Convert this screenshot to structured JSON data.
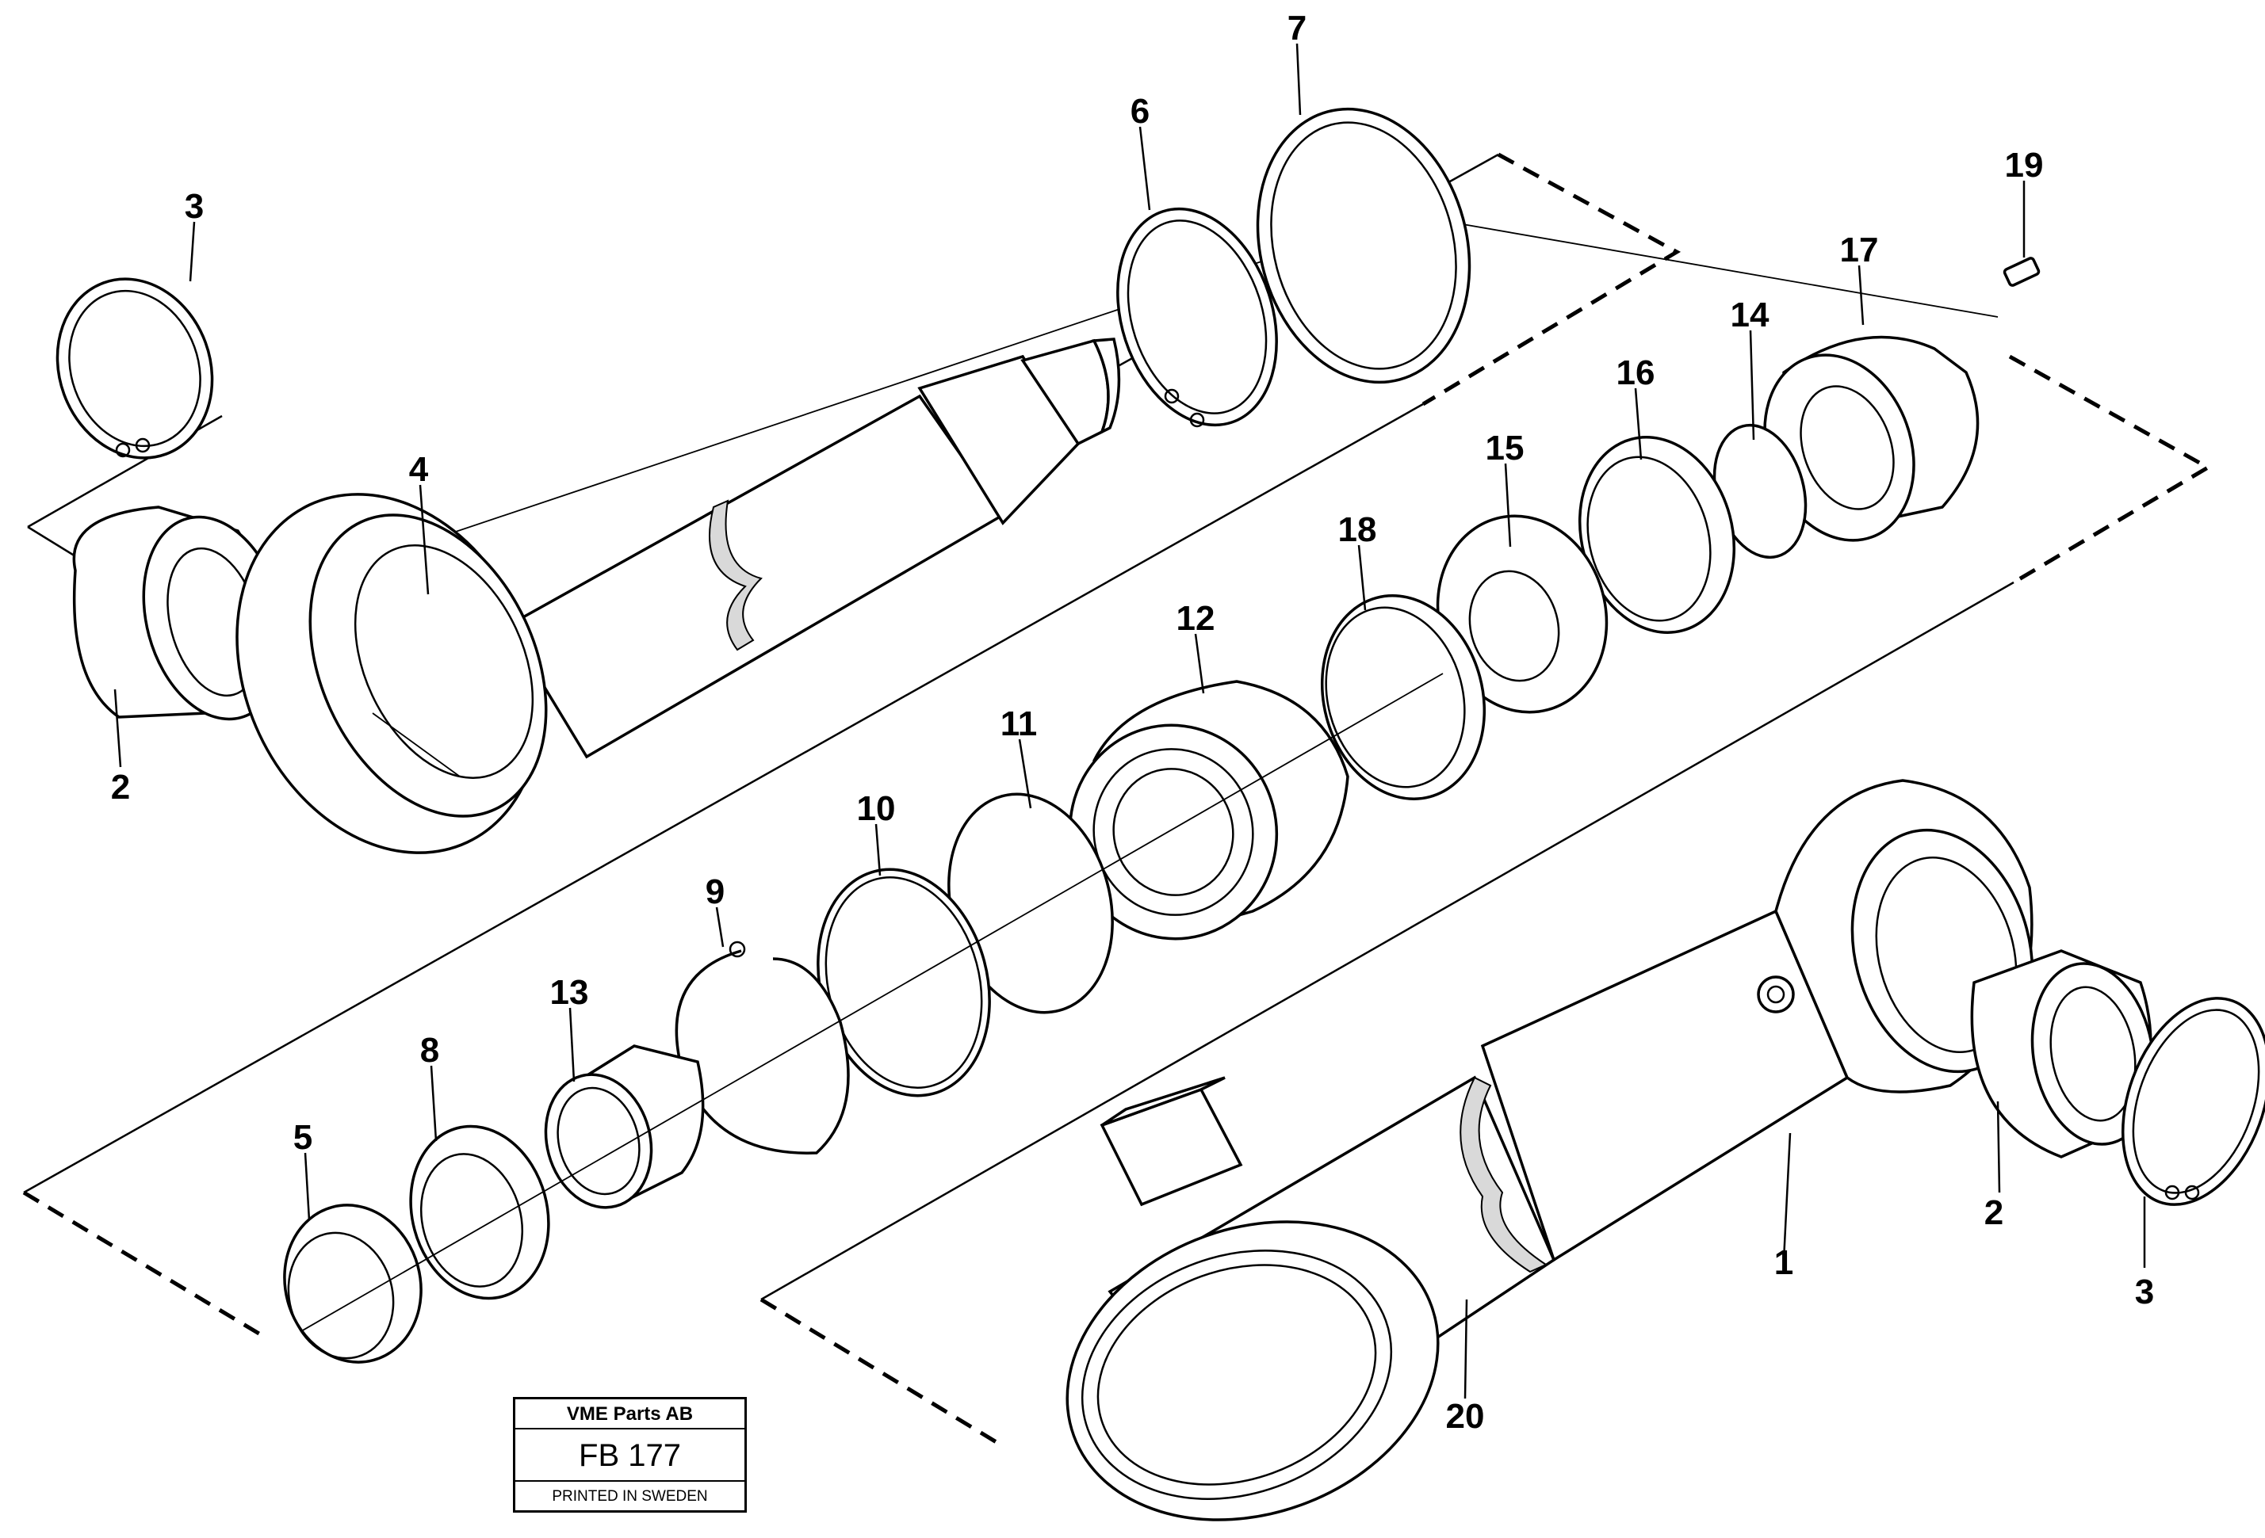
{
  "callouts": [
    {
      "id": "c1",
      "label": "1"
    },
    {
      "id": "c2a",
      "label": "2"
    },
    {
      "id": "c2b",
      "label": "2"
    },
    {
      "id": "c3a",
      "label": "3"
    },
    {
      "id": "c3b",
      "label": "3"
    },
    {
      "id": "c4",
      "label": "4"
    },
    {
      "id": "c5",
      "label": "5"
    },
    {
      "id": "c6",
      "label": "6"
    },
    {
      "id": "c7",
      "label": "7"
    },
    {
      "id": "c8",
      "label": "8"
    },
    {
      "id": "c9",
      "label": "9"
    },
    {
      "id": "c10",
      "label": "10"
    },
    {
      "id": "c11",
      "label": "11"
    },
    {
      "id": "c12",
      "label": "12"
    },
    {
      "id": "c13",
      "label": "13"
    },
    {
      "id": "c14",
      "label": "14"
    },
    {
      "id": "c15",
      "label": "15"
    },
    {
      "id": "c16",
      "label": "16"
    },
    {
      "id": "c17",
      "label": "17"
    },
    {
      "id": "c18",
      "label": "18"
    },
    {
      "id": "c19",
      "label": "19"
    },
    {
      "id": "c20",
      "label": "20"
    }
  ],
  "title_block": {
    "company": "VME Parts AB",
    "code": "FB 177",
    "printed": "PRINTED IN SWEDEN"
  }
}
